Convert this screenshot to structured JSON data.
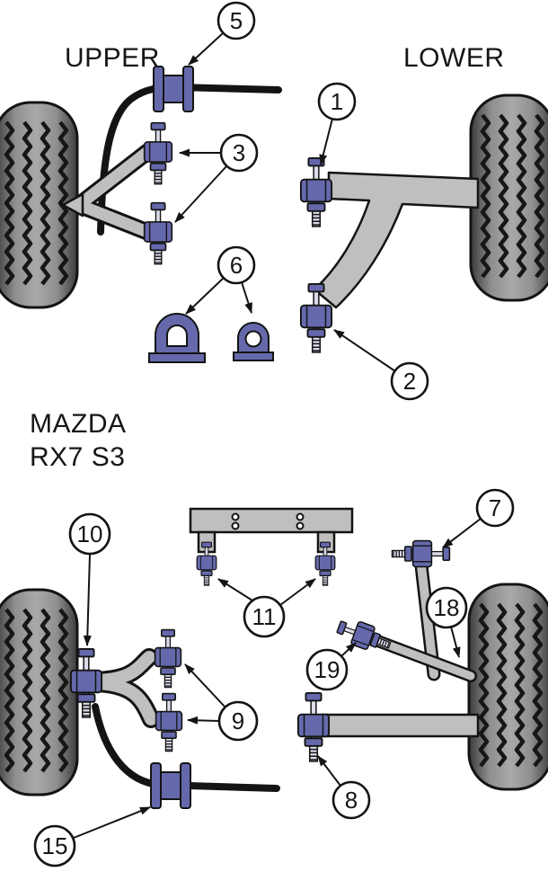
{
  "page": {
    "section_upper_label": "UPPER",
    "section_lower_label": "LOWER",
    "model_line1": "MAZDA",
    "model_line2": "RX7 S3"
  },
  "callouts": [
    {
      "label": "5"
    },
    {
      "label": "1"
    },
    {
      "label": "3"
    },
    {
      "label": "6"
    },
    {
      "label": "2"
    },
    {
      "label": "7"
    },
    {
      "label": "10"
    },
    {
      "label": "18"
    },
    {
      "label": "11"
    },
    {
      "label": "19"
    },
    {
      "label": "9"
    },
    {
      "label": "8"
    },
    {
      "label": "15"
    }
  ],
  "colors": {
    "bushing": "#6569ac",
    "arm": "#bfbfbf",
    "bar": "#141414",
    "background": "#ffffff"
  }
}
